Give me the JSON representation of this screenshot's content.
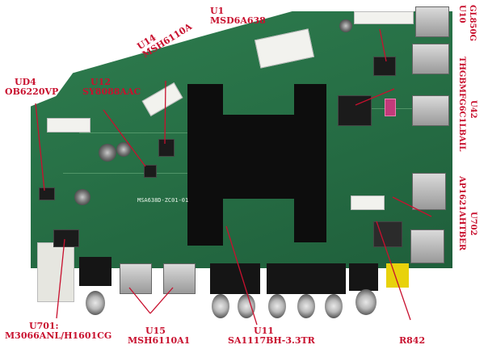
{
  "labels": {
    "u1": {
      "ref": "U1",
      "part": "MSD6A638"
    },
    "u10": {
      "ref": "U10",
      "part": "GL850G"
    },
    "u14": {
      "ref": "U14",
      "part": "MSH6110A"
    },
    "u12": {
      "ref": "U12",
      "part": "SY8088AAC"
    },
    "u4": {
      "ref": "UD4",
      "part": "OB6220VP"
    },
    "u42": {
      "ref": "U42",
      "part": "THGBMFG6C1LBAIL"
    },
    "u702": {
      "ref": "U702",
      "part": "AP1621AHTBER"
    },
    "u701": {
      "ref": "U701:",
      "part": "M3066ANL/H1601CG"
    },
    "u15": {
      "ref": "U15",
      "part": "MSH6110A1"
    },
    "u11": {
      "ref": "U11",
      "part": "SA1117BH-3.3TR"
    },
    "r842": {
      "ref": "R842"
    }
  },
  "board": {
    "silkscreen_text": "MSA638D-ZC01-01"
  },
  "colors": {
    "label": "#c8102e",
    "board": "#2a744a",
    "leader": "#c8102e"
  }
}
